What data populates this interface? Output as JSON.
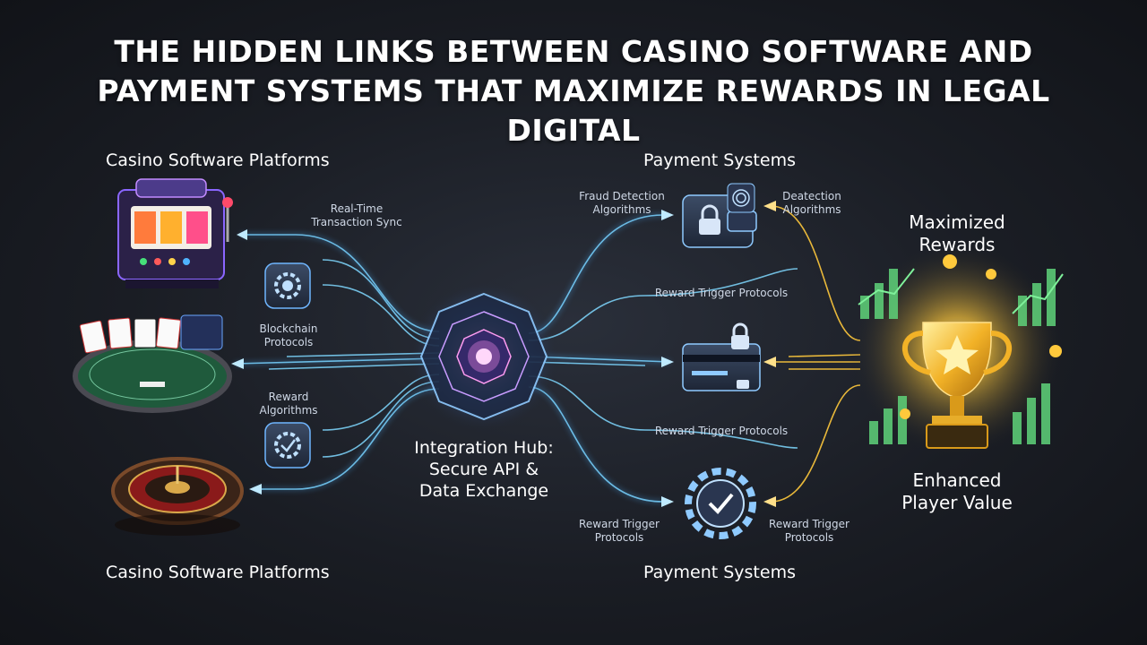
{
  "title": {
    "line1": "THE HIDDEN LINKS BETWEEN CASINO SOFTWARE AND",
    "line2": "PAYMENT SYSTEMS THAT MAXIMIZE REWARDS IN LEGAL DIGITAL"
  },
  "left": {
    "header_top": "Casino Software Platforms",
    "header_bottom": "Casino Software Platforms",
    "labels": {
      "sync_line1": "Real-Time",
      "sync_line2": "Transaction Sync",
      "blockchain_line1": "Blockchain",
      "blockchain_line2": "Protocols",
      "reward_line1": "Reward",
      "reward_line2": "Algorithms"
    }
  },
  "hub": {
    "line1": "Integration Hub:",
    "line2": "Secure API &",
    "line3": "Data Exchange"
  },
  "right": {
    "header_top": "Payment Systems",
    "header_bottom": "Payment Systems",
    "labels": {
      "fraud_line1": "Fraud Detection",
      "fraud_line2": "Algorithms",
      "detect_line1": "Deatection",
      "detect_line2": "Algorithms",
      "reward_trigger_top": "Reward Trigger Protocols",
      "reward_trigger_mid": "Reward Trigger Protocols",
      "rt_left_line1": "Reward Trigger",
      "rt_left_line2": "Protocols",
      "rt_right_line1": "Reward Trigger",
      "rt_right_line2": "Protocols"
    }
  },
  "rewards": {
    "top_line1": "Maximized",
    "top_line2": "Rewards",
    "bottom_line1": "Enhanced",
    "bottom_line2": "Player Value"
  },
  "colors": {
    "flow": "#7fd8ff",
    "flow_glow": "#4fb3ff",
    "gold": "#ffc93c",
    "hub_core": "#ff8cf0",
    "green_bars": "#5fd47a"
  },
  "icons": [
    "slot-machine-icon",
    "card-table-icon",
    "roulette-icon",
    "gear-icon",
    "checkmark-gear-icon",
    "wallet-lock-icon",
    "credit-card-lock-icon",
    "trophy-icon"
  ]
}
